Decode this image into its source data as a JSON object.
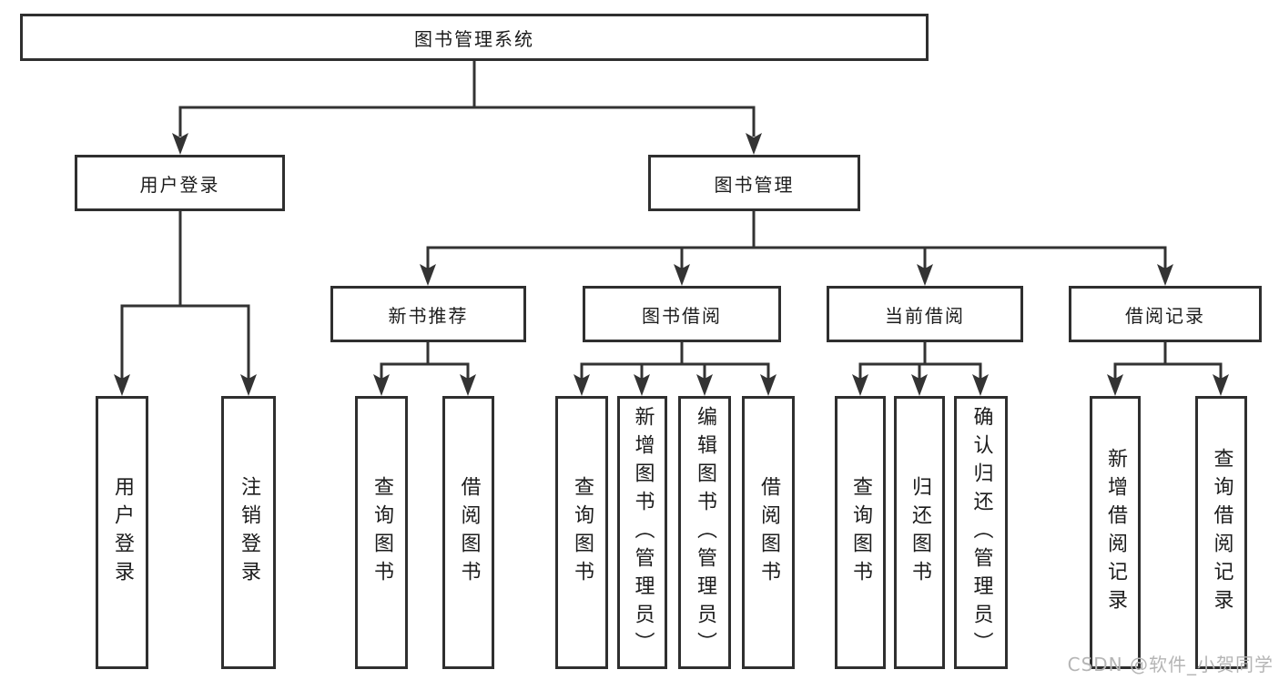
{
  "colors": {
    "line": "#333333",
    "box_border": "#2f2f2f",
    "text": "#1c1c1c",
    "background": "#ffffff",
    "watermark": "#b5b5b5"
  },
  "watermark": {
    "text": "CSDN @软件_小贺同学"
  },
  "tree": {
    "root": {
      "label": "图书管理系统",
      "children": [
        {
          "label": "用户登录",
          "children": [
            {
              "label": "用户登录"
            },
            {
              "label": "注销登录"
            }
          ]
        },
        {
          "label": "图书管理",
          "children": [
            {
              "label": "新书推荐",
              "children": [
                {
                  "label": "查询图书"
                },
                {
                  "label": "借阅图书"
                }
              ]
            },
            {
              "label": "图书借阅",
              "children": [
                {
                  "label": "查询图书"
                },
                {
                  "label": "新增图书（管理员）"
                },
                {
                  "label": "编辑图书（管理员）"
                },
                {
                  "label": "借阅图书"
                }
              ]
            },
            {
              "label": "当前借阅",
              "children": [
                {
                  "label": "查询图书"
                },
                {
                  "label": "归还图书"
                },
                {
                  "label": "确认归还（管理员）"
                }
              ]
            },
            {
              "label": "借阅记录",
              "children": [
                {
                  "label": "新增借阅记录"
                },
                {
                  "label": "查询借阅记录"
                }
              ]
            }
          ]
        }
      ]
    }
  }
}
